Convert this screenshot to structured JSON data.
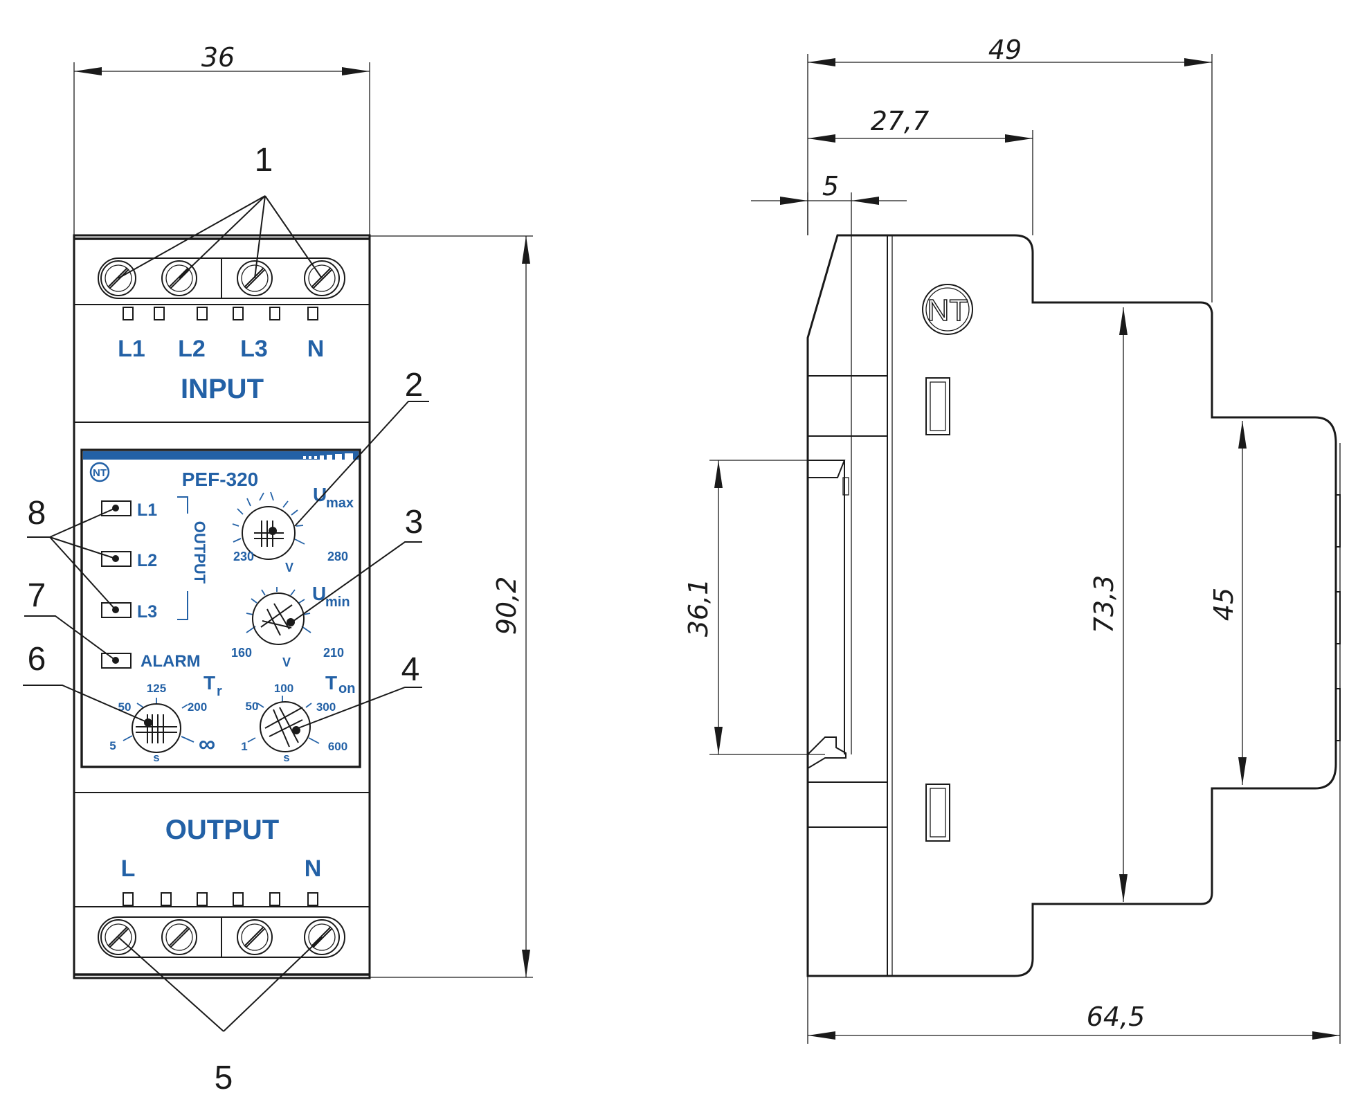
{
  "colors": {
    "line": "#1a1a1a",
    "brand_blue": "#2361a6",
    "background": "#ffffff"
  },
  "front": {
    "dimensions": {
      "width": "36",
      "height": "90,2"
    },
    "callouts": [
      "1",
      "2",
      "3",
      "4",
      "5",
      "6",
      "7",
      "8"
    ],
    "input": {
      "title": "INPUT",
      "terminals": [
        "L1",
        "L2",
        "L3",
        "N"
      ]
    },
    "panel": {
      "model": "PEF-320",
      "logo_text": "NT",
      "led_group_label": "OUTPUT",
      "leds": [
        "L1",
        "L2",
        "L3"
      ],
      "alarm": "ALARM",
      "knobs": {
        "umax": {
          "symbol": "U",
          "sub": "max",
          "min": "230",
          "max": "280",
          "unit": "V"
        },
        "umin": {
          "symbol": "U",
          "sub": "min",
          "min": "160",
          "max": "210",
          "unit": "V"
        },
        "tr": {
          "symbol": "T",
          "sub": "r",
          "marks": [
            "5",
            "50",
            "125",
            "200",
            "∞"
          ],
          "unit": "s"
        },
        "ton": {
          "symbol": "T",
          "sub": "on",
          "marks": [
            "1",
            "50",
            "100",
            "300",
            "600"
          ],
          "unit": "s"
        }
      }
    },
    "output": {
      "title": "OUTPUT",
      "terminals": [
        "L",
        "N"
      ]
    }
  },
  "side": {
    "logo_text": "NT",
    "dimensions": {
      "depth_total": "49",
      "depth_step": "27,7",
      "front_offset": "5",
      "height_front": "36,1",
      "height_mid": "73,3",
      "height_front_part": "45",
      "total_length": "64,5"
    }
  }
}
